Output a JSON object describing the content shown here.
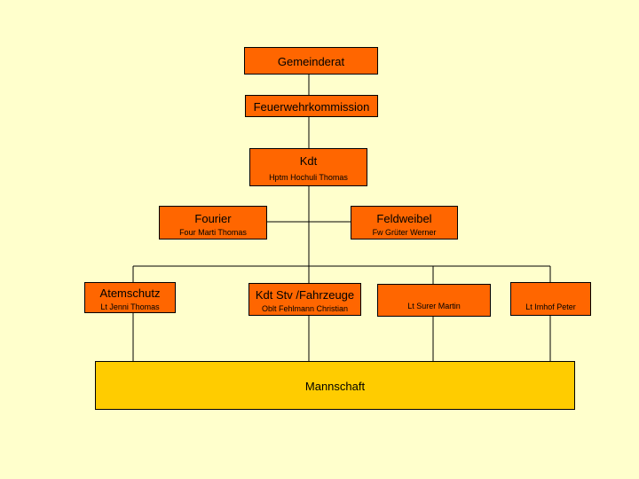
{
  "nodes": {
    "gemeinderat": {
      "title": "Gemeinderat"
    },
    "kommission": {
      "title": "Feuerwehrkommission"
    },
    "kdt": {
      "title": "Kdt",
      "subtitle": "Hptm Hochuli Thomas"
    },
    "fourier": {
      "title": "Fourier",
      "subtitle": "Four Marti Thomas"
    },
    "feldweibel": {
      "title": "Feldweibel",
      "subtitle": "Fw Grüter Werner"
    },
    "atemschutz": {
      "title": "Atemschutz",
      "subtitle": "Lt Jenni Thomas"
    },
    "kdt_stv": {
      "title": "Kdt Stv /Fahrzeuge",
      "subtitle": "Oblt Fehlmann Christian"
    },
    "surer": {
      "subtitle": "Lt Surer Martin"
    },
    "imhof": {
      "subtitle": "Lt Imhof Peter"
    },
    "mannschaft": {
      "title": "Mannschaft"
    }
  },
  "colors": {
    "background": "#ffffcc",
    "box": "#ff6600",
    "team_box": "#ffcc00",
    "lines": "#000000"
  }
}
